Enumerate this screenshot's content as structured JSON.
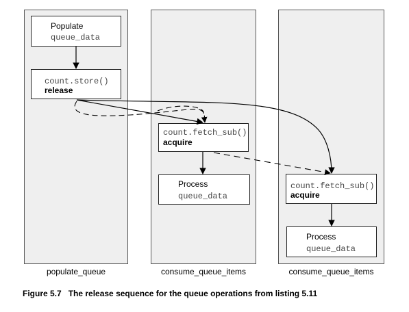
{
  "lanes": [
    {
      "label": "populate_queue"
    },
    {
      "label": "consume_queue_items"
    },
    {
      "label": "consume_queue_items"
    }
  ],
  "boxes": {
    "populate": {
      "line1": "Populate",
      "line2": "queue_data"
    },
    "store": {
      "line1": "count.store()",
      "line2": "release"
    },
    "fetch_sub_1": {
      "line1": "count.fetch_sub()",
      "line2": "acquire"
    },
    "process_1": {
      "line1": "Process",
      "line2": "queue_data"
    },
    "fetch_sub_2": {
      "line1": "count.fetch_sub()",
      "line2": "acquire"
    },
    "process_2": {
      "line1": "Process",
      "line2": "queue_data"
    }
  },
  "caption": {
    "figure_number": "Figure 5.7",
    "text": "The release sequence for the queue operations from listing 5.11"
  }
}
